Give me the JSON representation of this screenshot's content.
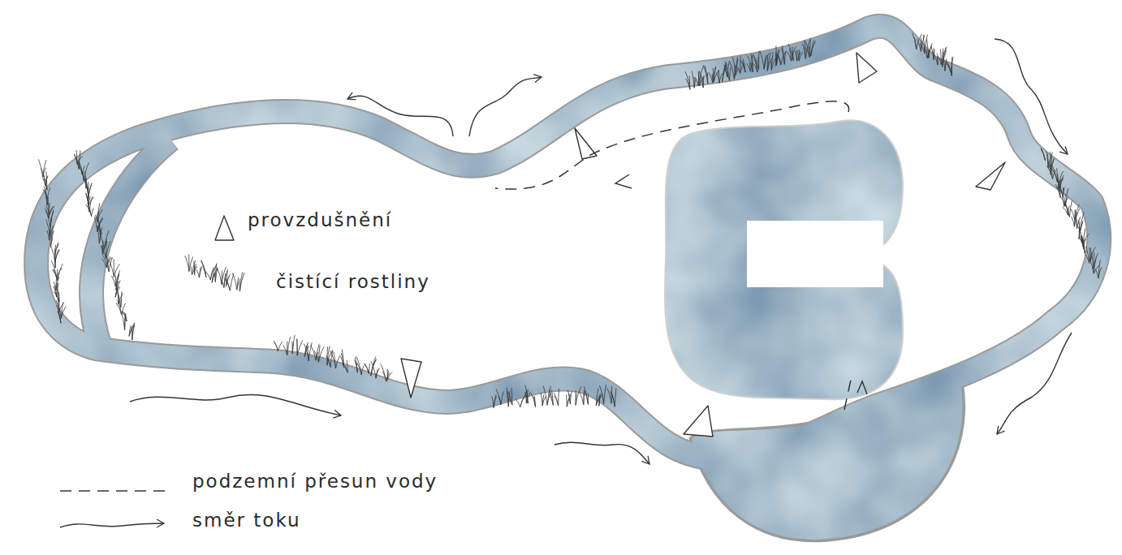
{
  "diagram": {
    "legend": [
      {
        "text": "provzdušnění"
      },
      {
        "text": "čistící rostliny"
      },
      {
        "text": "podzemní přesun vody"
      },
      {
        "text": "směr toku"
      }
    ]
  }
}
